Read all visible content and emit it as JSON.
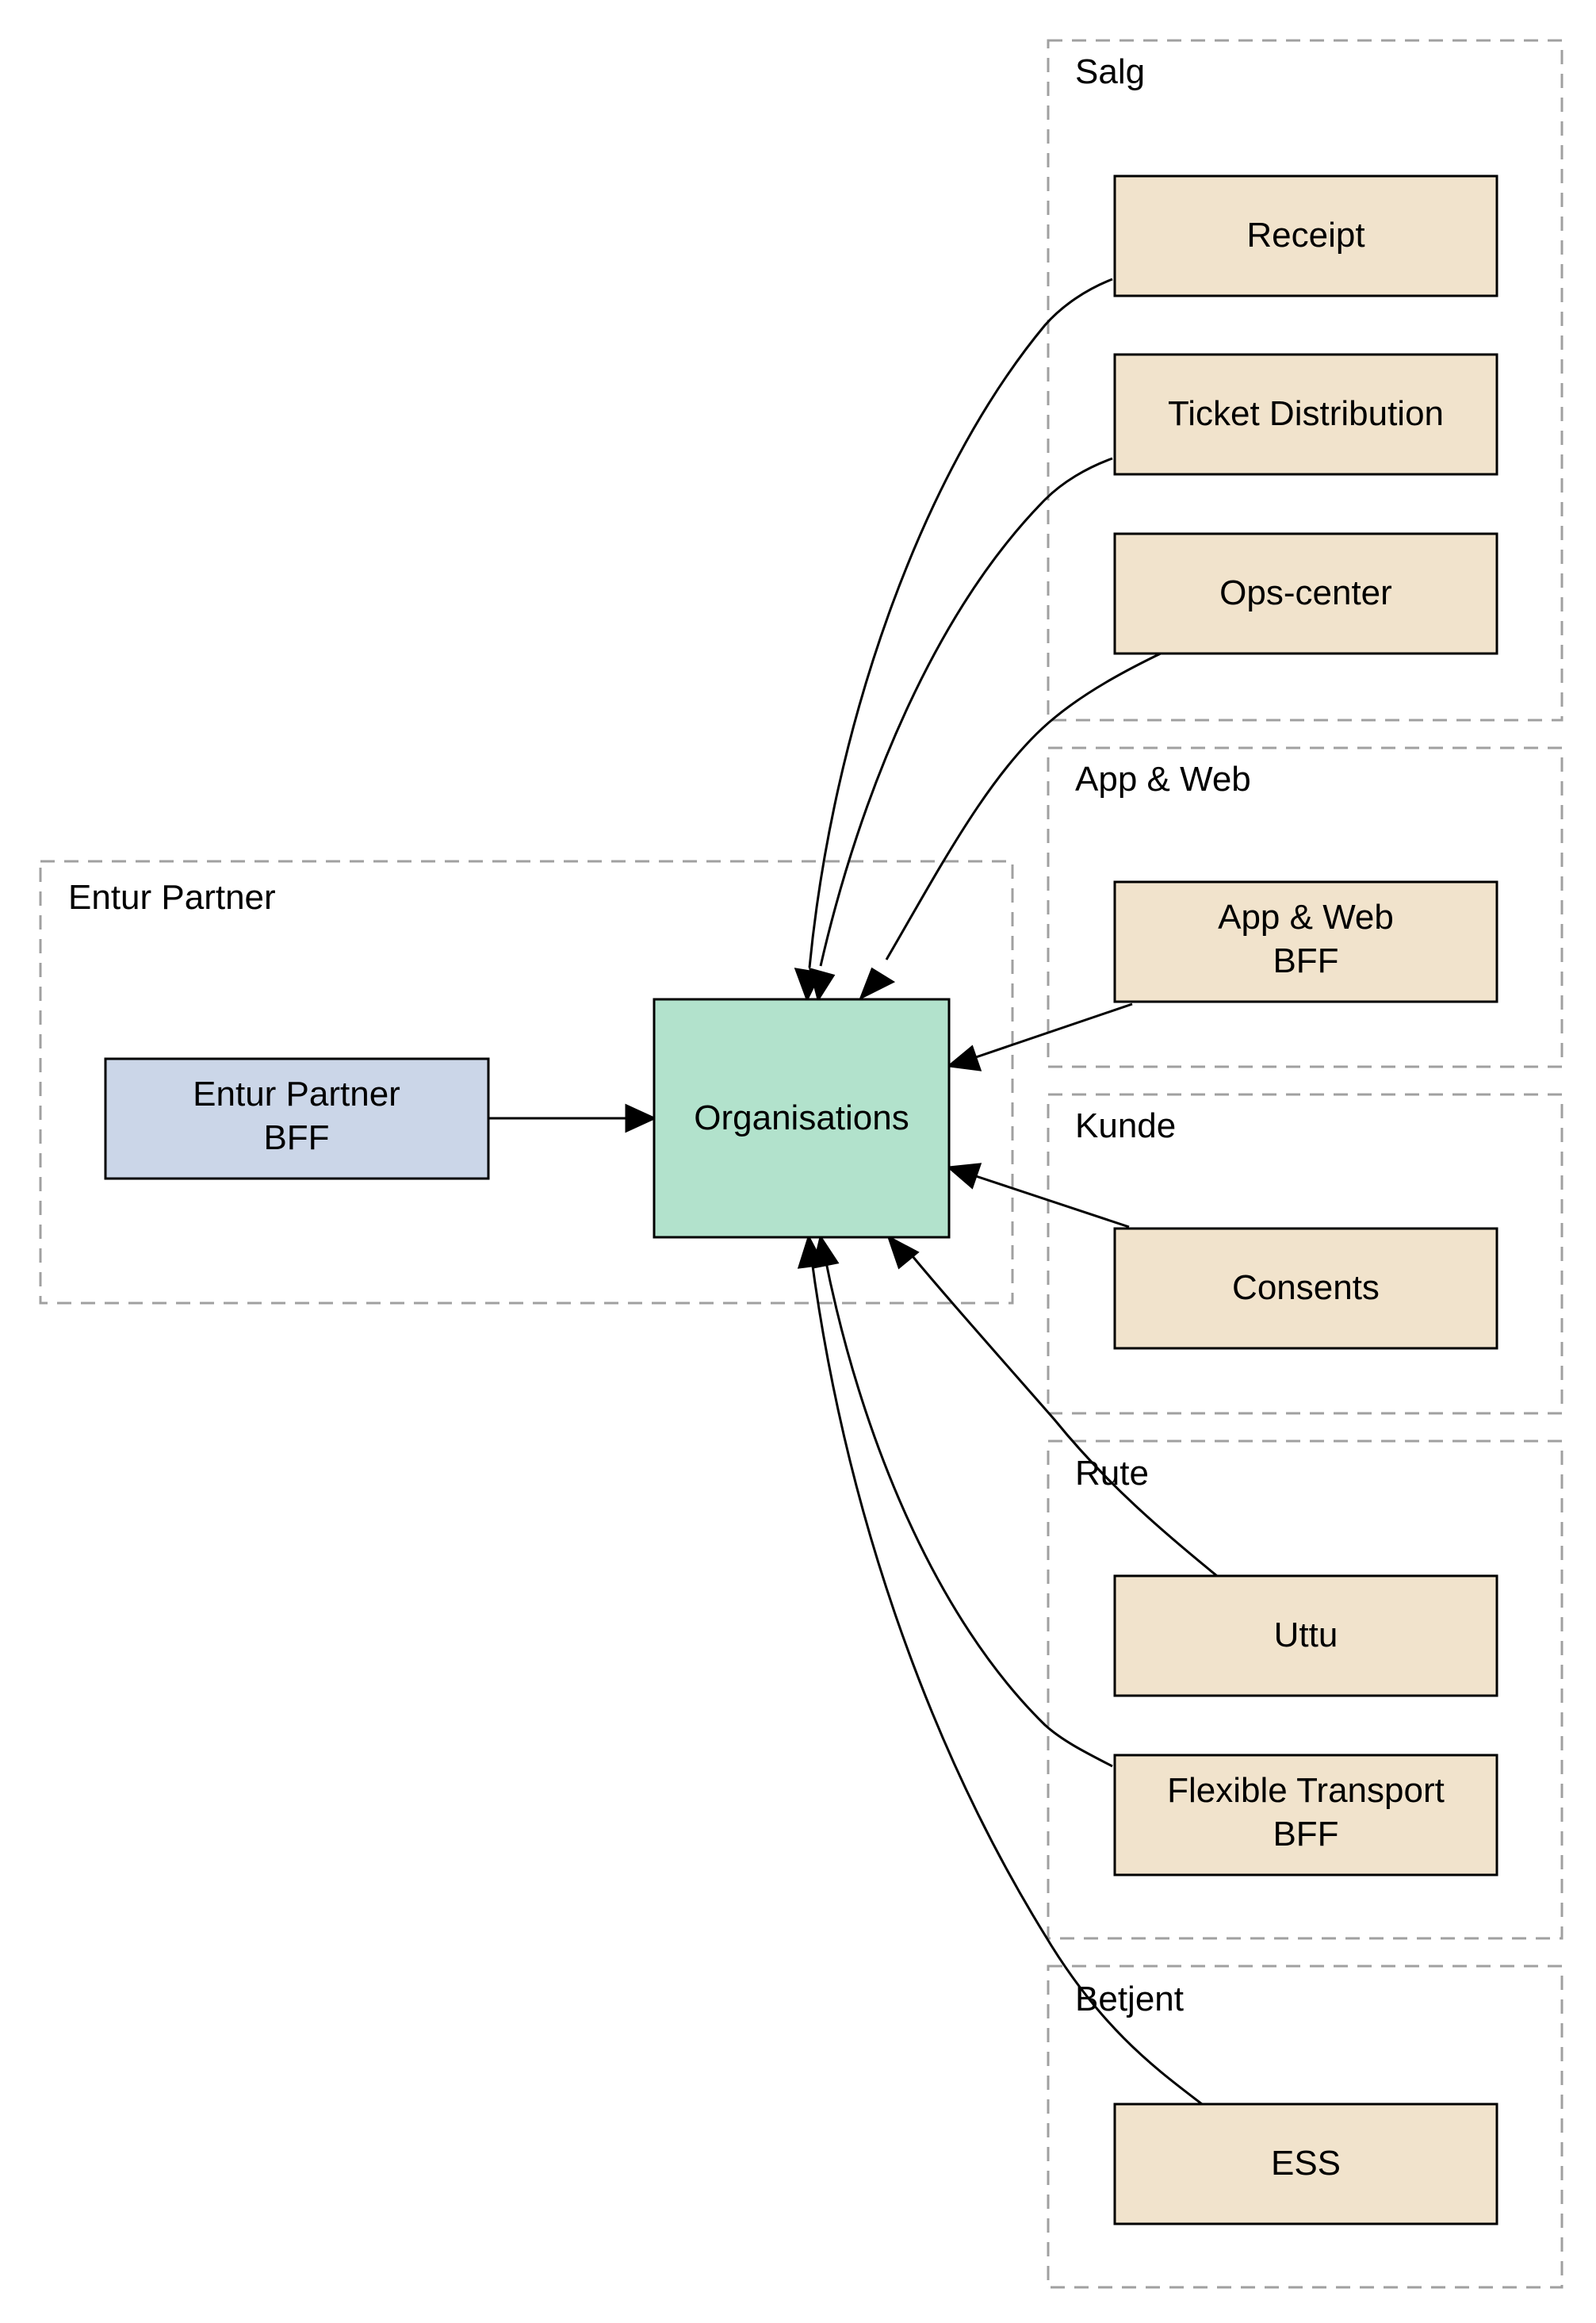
{
  "clusters": {
    "entur_partner": "Entur Partner",
    "salg": "Salg",
    "app_web": "App & Web",
    "kunde": "Kunde",
    "rute": "Rute",
    "betjent": "Betjent"
  },
  "nodes": {
    "organisations": [
      "Organisations"
    ],
    "entur_partner_bff": [
      "Entur Partner",
      "BFF"
    ],
    "receipt": [
      "Receipt"
    ],
    "ticket_distribution": [
      "Ticket Distribution"
    ],
    "ops_center": [
      "Ops-center"
    ],
    "app_web_bff": [
      "App & Web",
      "BFF"
    ],
    "consents": [
      "Consents"
    ],
    "uttu": [
      "Uttu"
    ],
    "flexible_transport_bff": [
      "Flexible Transport",
      "BFF"
    ],
    "ess": [
      "ESS"
    ]
  },
  "colors": {
    "organisations_fill": "#b2e2cc",
    "partner_fill": "#cbd6e8",
    "service_fill": "#f1e3cc",
    "cluster_border": "#a0a0a0"
  }
}
